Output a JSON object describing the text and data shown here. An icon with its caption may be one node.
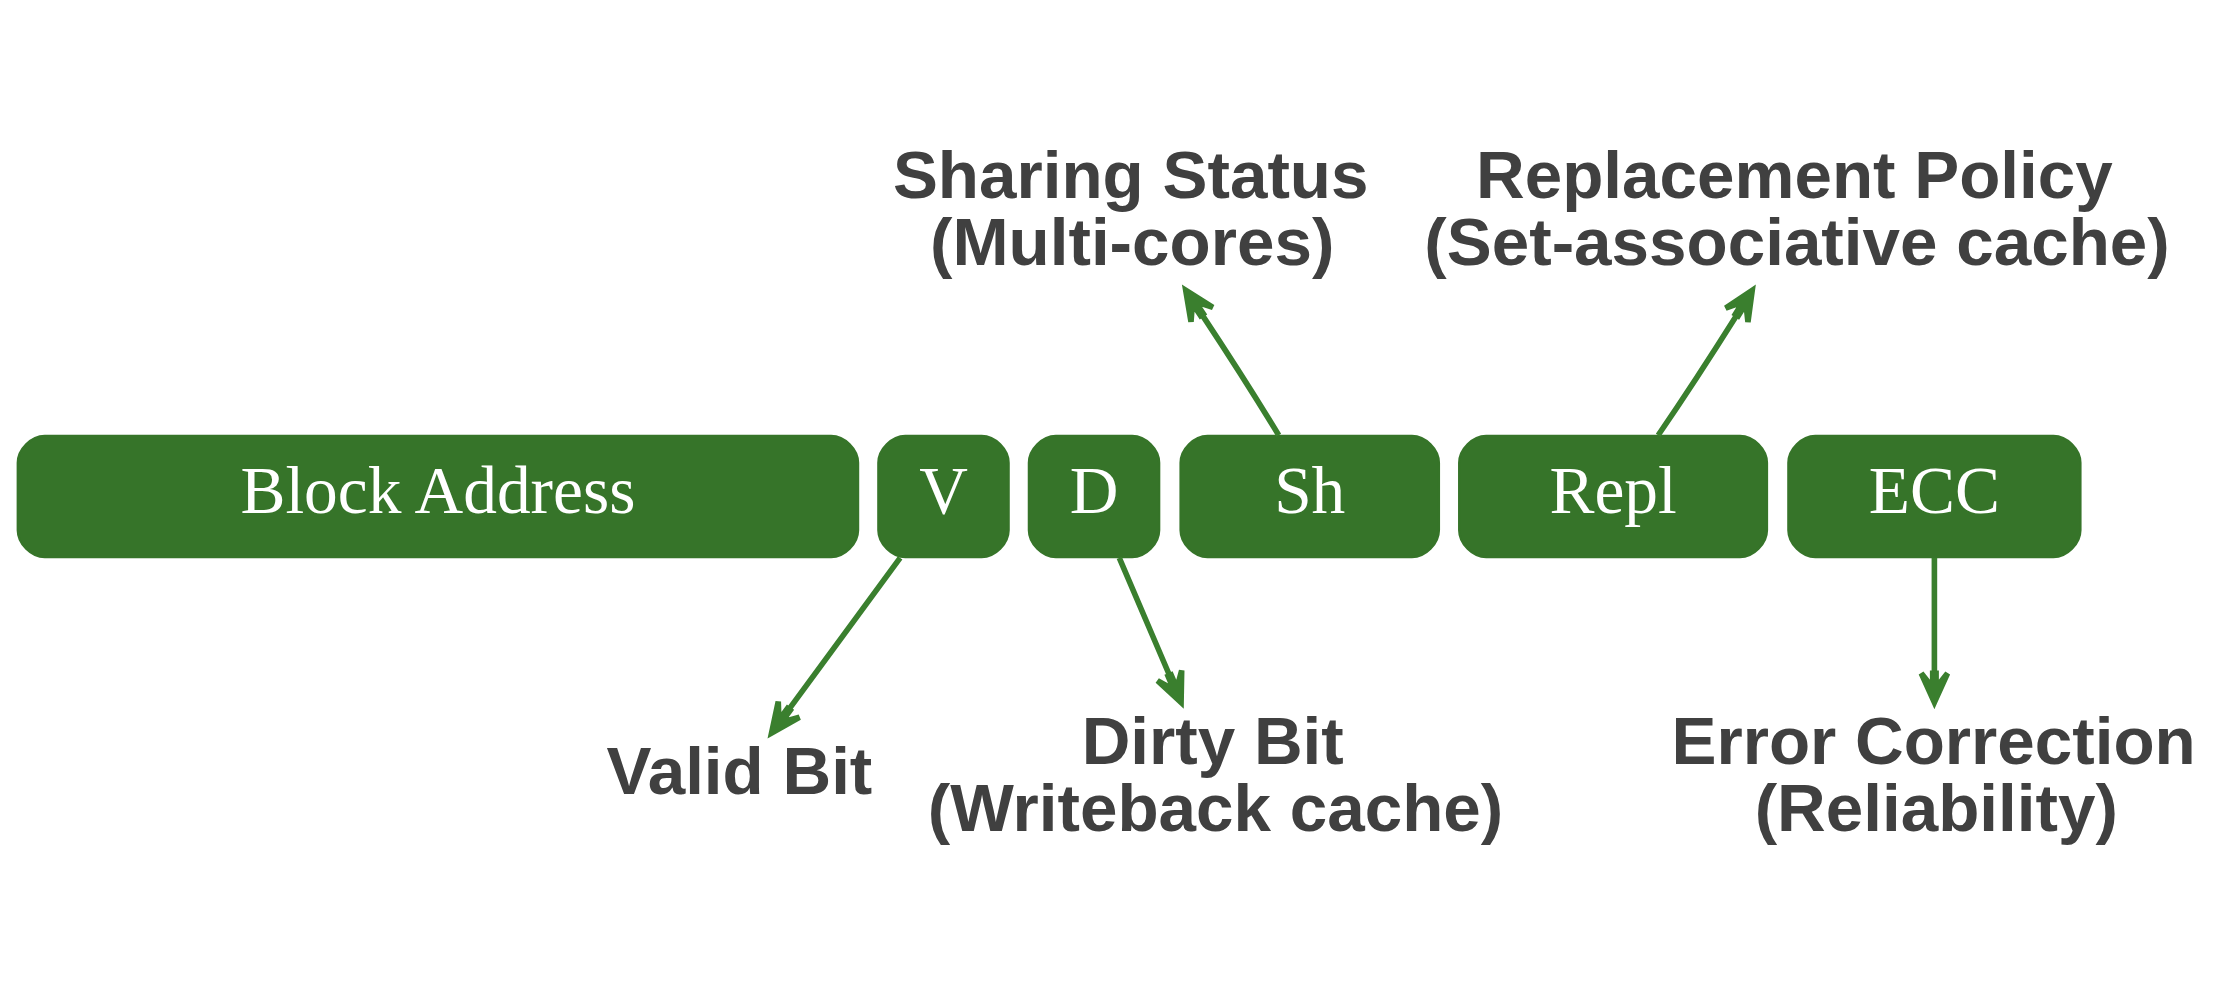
{
  "diagram": {
    "nodes": [
      {
        "text": [
          "Block Address"
        ]
      },
      {
        "text": [
          "V"
        ]
      },
      {
        "text": [
          "D"
        ]
      },
      {
        "text": [
          "Sh"
        ]
      },
      {
        "text": [
          "Repl"
        ]
      },
      {
        "text": [
          "ECC"
        ]
      },
      {
        "text": [
          "Sharing Status (Multi-cores)"
        ]
      },
      {
        "text": [
          "Replacement Policy (Set-associative cache)"
        ]
      },
      {
        "text": [
          "Valid Bit"
        ]
      },
      {
        "text": [
          "Dirty Bit (Writeback cache)"
        ]
      },
      {
        "text": [
          "Error Correction (Reliability)"
        ]
      }
    ],
    "edges": [
      {
        "from": 3,
        "to": 6,
        "arrow": "to"
      },
      {
        "from": 4,
        "to": 7,
        "arrow": "to"
      },
      {
        "from": 1,
        "to": 8,
        "arrow": "to"
      },
      {
        "from": 2,
        "to": 9,
        "arrow": "to"
      },
      {
        "from": 5,
        "to": 10,
        "arrow": "to"
      }
    ]
  }
}
